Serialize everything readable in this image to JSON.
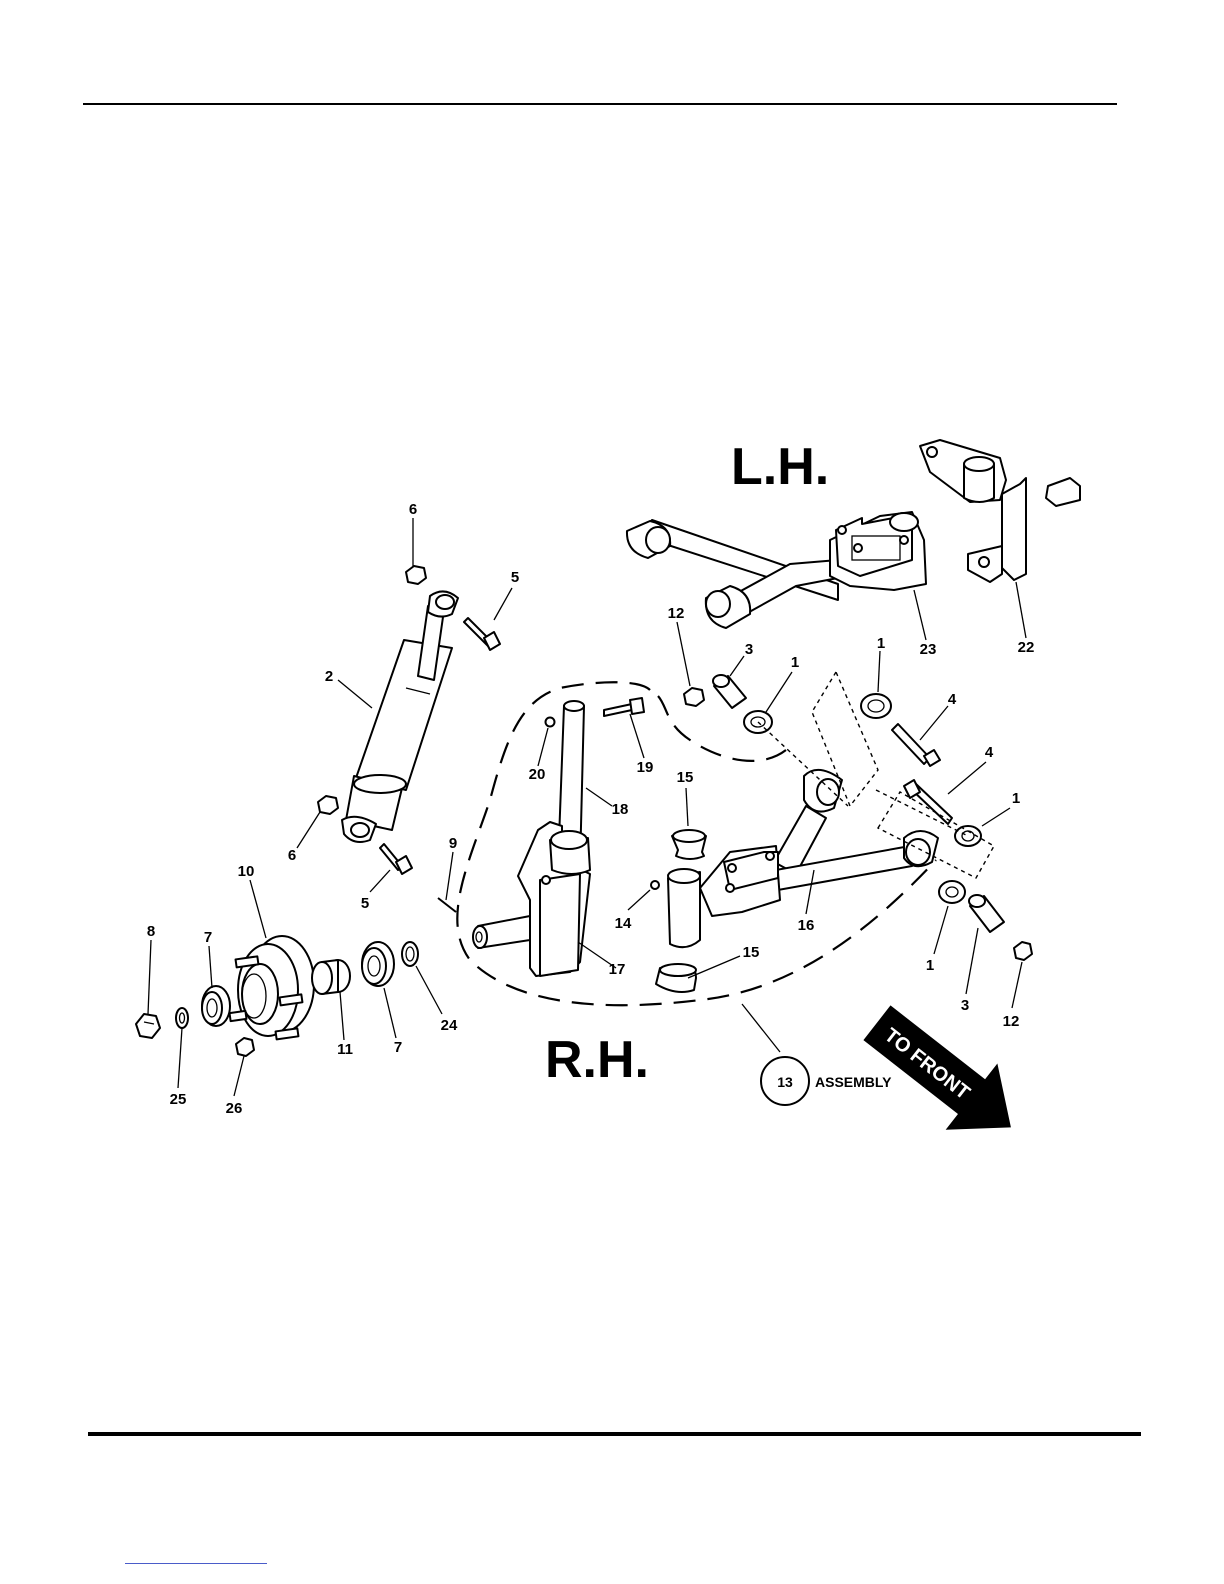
{
  "labels": {
    "left_hand": "L.H.",
    "right_hand": "R.H.",
    "assembly_ref": "13",
    "assembly_word": "ASSEMBLY",
    "to_front": "TO FRONT"
  },
  "callouts": [
    "6",
    "5",
    "2",
    "6",
    "5",
    "9",
    "10",
    "8",
    "7",
    "25",
    "26",
    "11",
    "7",
    "24",
    "20",
    "19",
    "18",
    "17",
    "14",
    "15",
    "15",
    "16",
    "12",
    "3",
    "1",
    "1",
    "4",
    "4",
    "1",
    "1",
    "3",
    "12",
    "23",
    "22"
  ],
  "footer_link": ""
}
